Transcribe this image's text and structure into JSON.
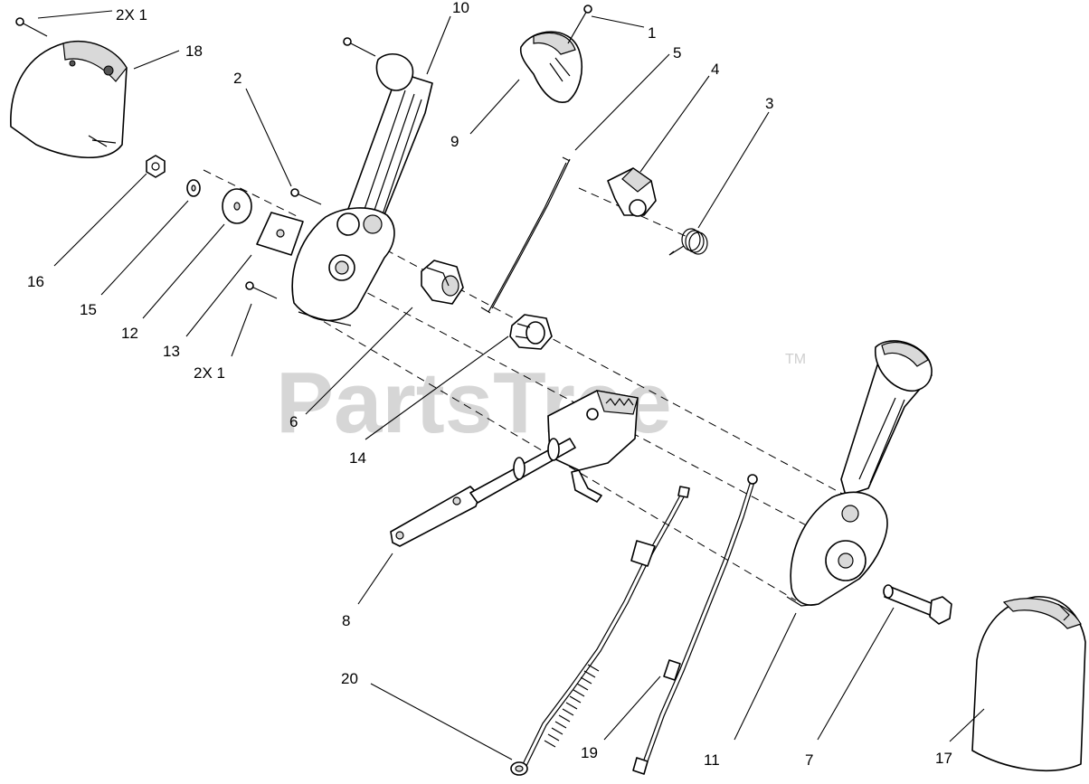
{
  "watermark": {
    "text": "PartsTree",
    "mark": "TM"
  },
  "callouts": [
    {
      "id": "c-2x1-top",
      "label": "2X  1"
    },
    {
      "id": "c-18",
      "label": "18"
    },
    {
      "id": "c-10",
      "label": "10"
    },
    {
      "id": "c-1",
      "label": "1"
    },
    {
      "id": "c-5",
      "label": "5"
    },
    {
      "id": "c-2",
      "label": "2"
    },
    {
      "id": "c-4",
      "label": "4"
    },
    {
      "id": "c-3",
      "label": "3"
    },
    {
      "id": "c-9",
      "label": "9"
    },
    {
      "id": "c-16",
      "label": "16"
    },
    {
      "id": "c-15",
      "label": "15"
    },
    {
      "id": "c-12",
      "label": "12"
    },
    {
      "id": "c-13",
      "label": "13"
    },
    {
      "id": "c-2x1-bottom",
      "label": "2X  1"
    },
    {
      "id": "c-6",
      "label": "6"
    },
    {
      "id": "c-14",
      "label": "14"
    },
    {
      "id": "c-8",
      "label": "8"
    },
    {
      "id": "c-20",
      "label": "20"
    },
    {
      "id": "c-19",
      "label": "19"
    },
    {
      "id": "c-11",
      "label": "11"
    },
    {
      "id": "c-7",
      "label": "7"
    },
    {
      "id": "c-17",
      "label": "17"
    }
  ]
}
